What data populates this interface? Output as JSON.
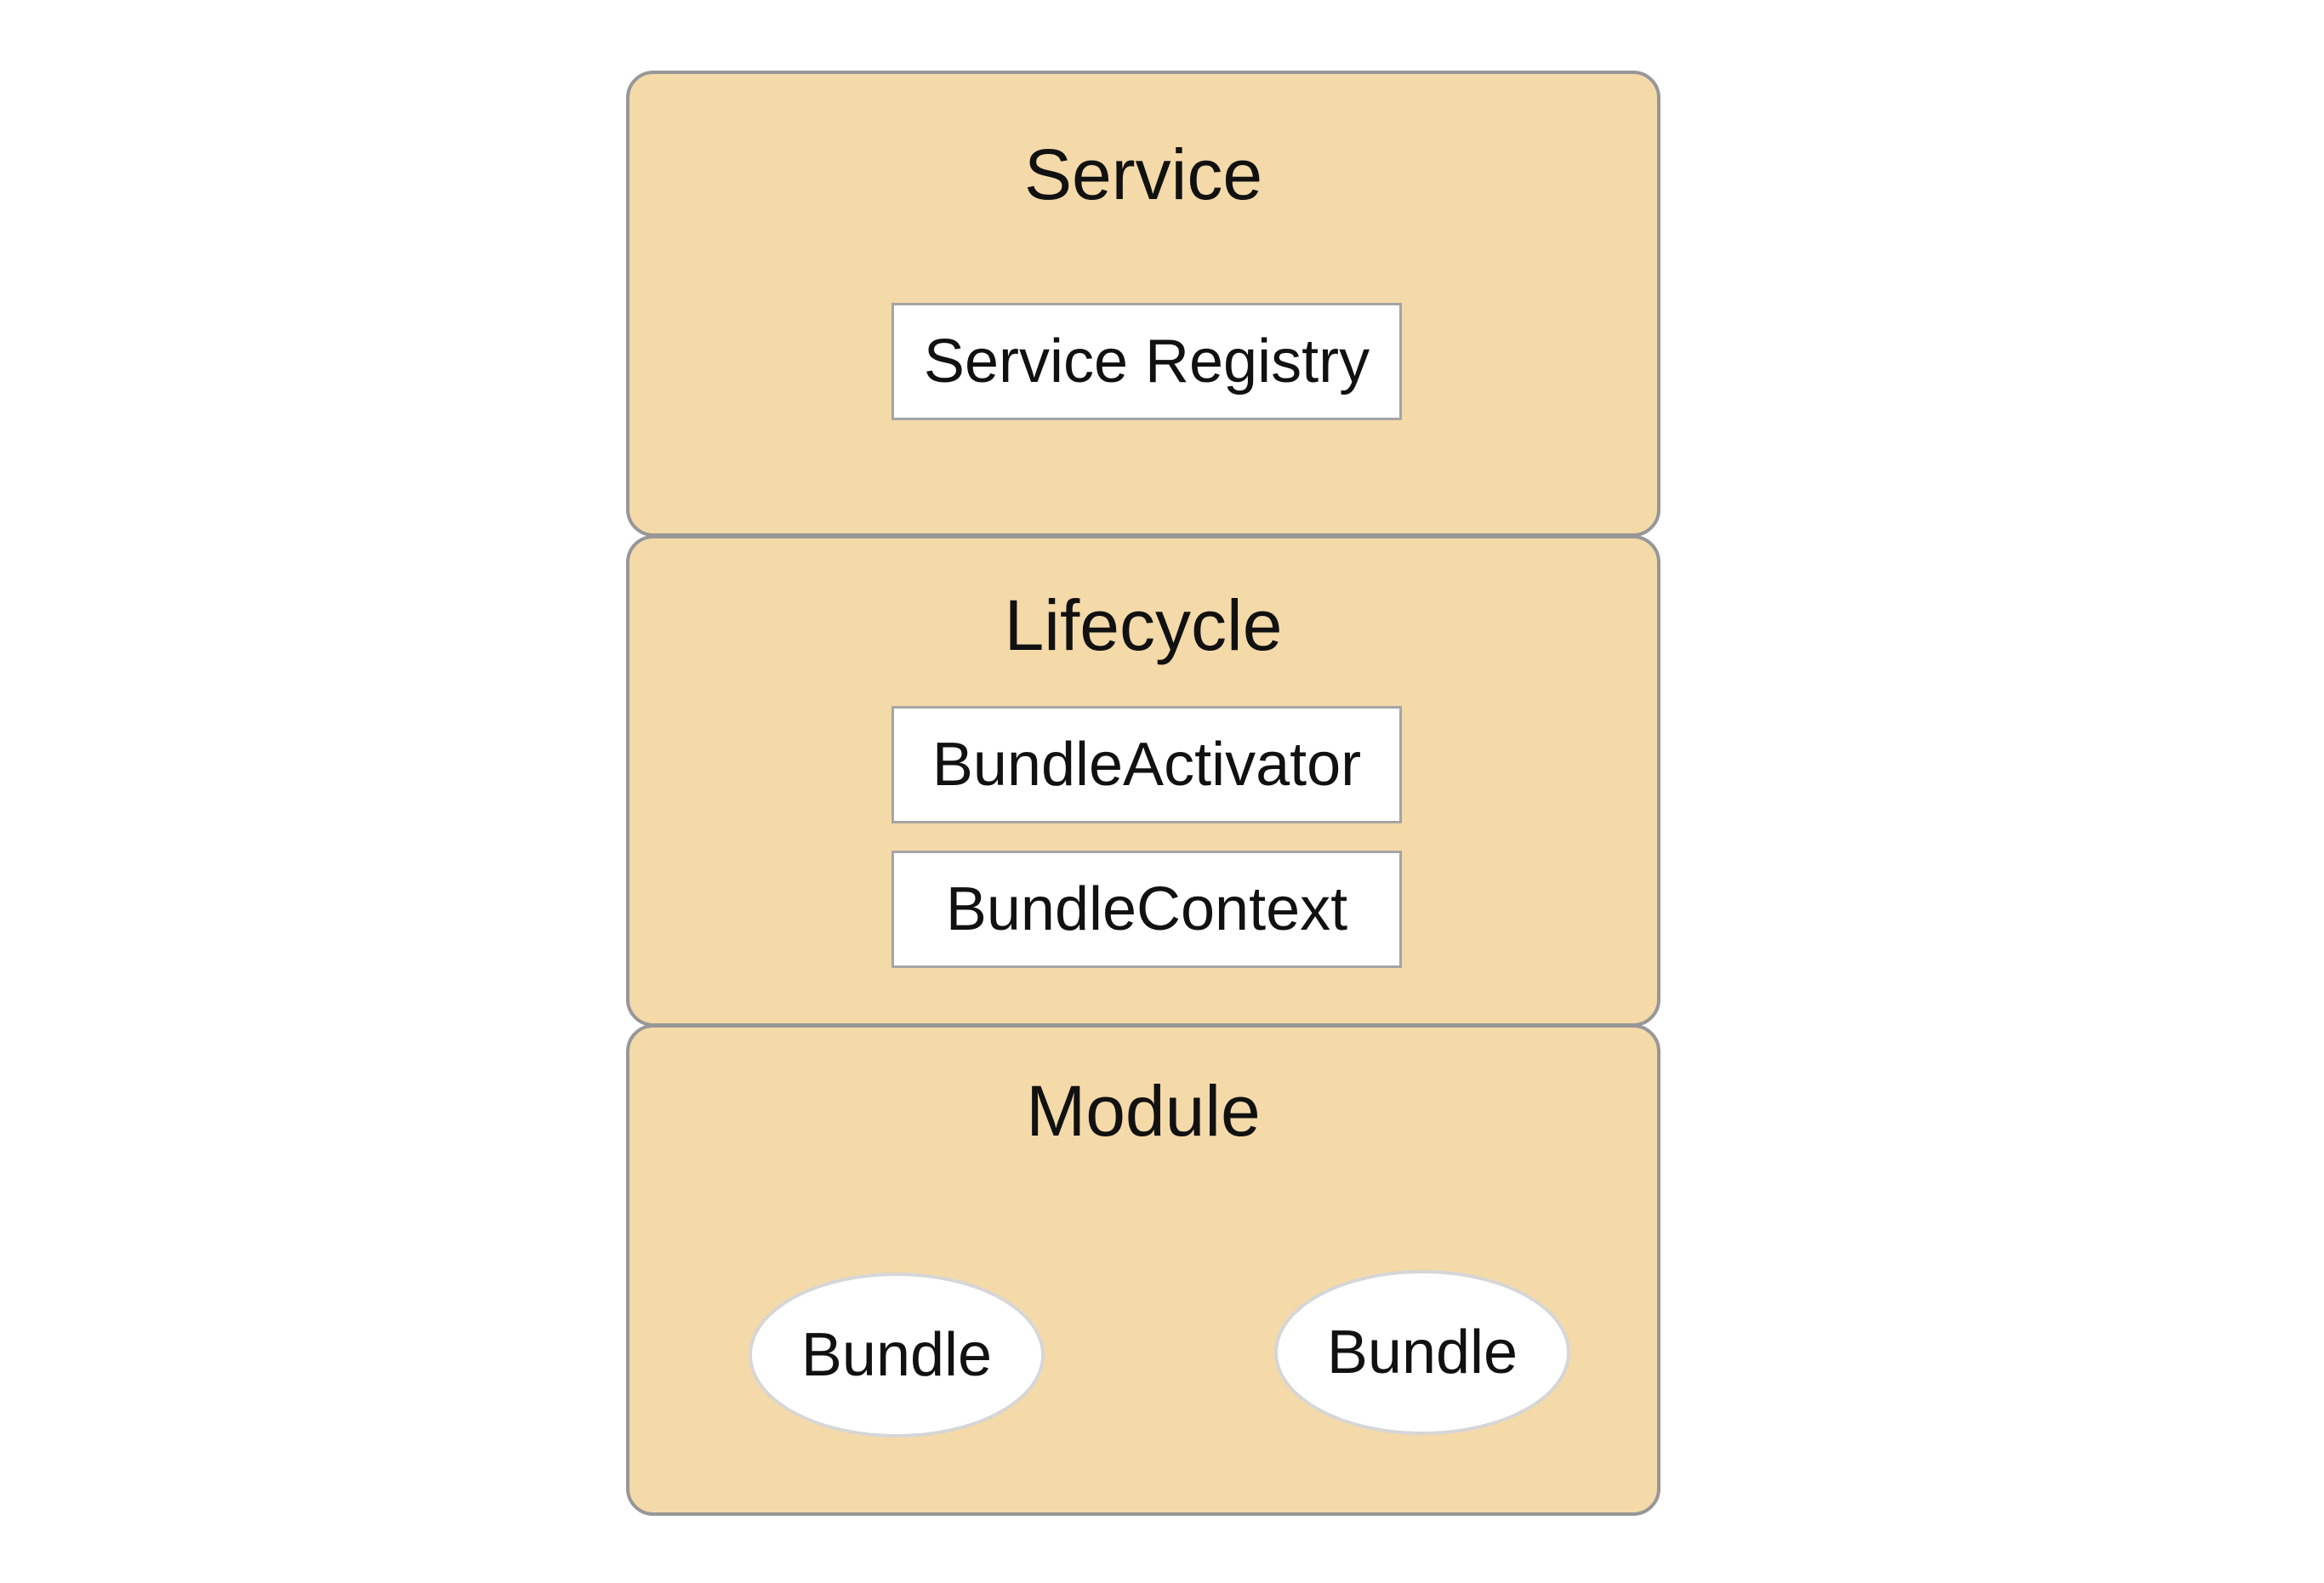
{
  "colors": {
    "layer_fill": "#f4daa9",
    "layer_border": "#979797",
    "box_fill": "#ffffff",
    "box_border": "#a5a5a5",
    "bundle_border": "#d6d6d6",
    "text": "#111111"
  },
  "layers": {
    "service": {
      "title": "Service",
      "components": [
        "Service Registry"
      ]
    },
    "lifecycle": {
      "title": "Lifecycle",
      "components": [
        "BundleActivator",
        "BundleContext"
      ]
    },
    "module": {
      "title": "Module",
      "bundles": [
        "Bundle",
        "Bundle"
      ]
    }
  }
}
